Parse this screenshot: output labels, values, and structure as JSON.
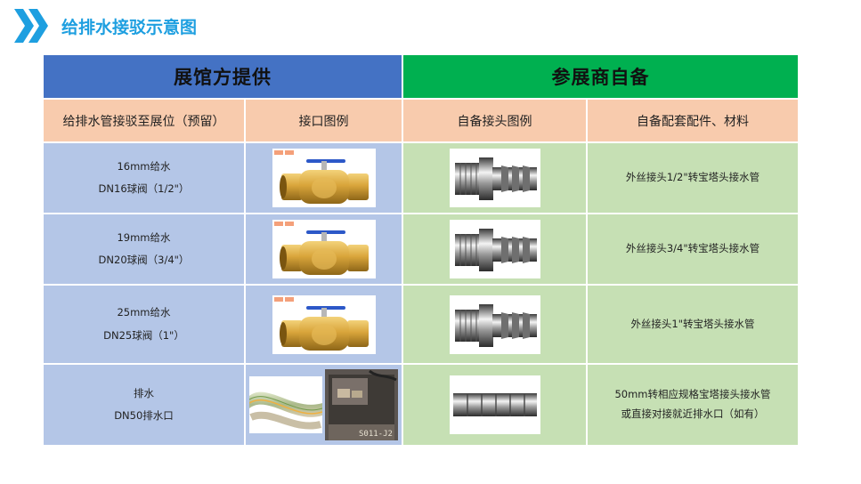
{
  "page": {
    "title": "给排水接驳示意图"
  },
  "colors": {
    "accent": "#1e9fe0",
    "group_provider": "#4472c4",
    "group_exhibitor": "#00b050",
    "column_header": "#f8cbad",
    "provider_cells": "#b4c6e7",
    "exhibitor_cells": "#c6e0b4"
  },
  "table": {
    "groups": {
      "provider": "展馆方提供",
      "exhibitor": "参展商自备"
    },
    "columns": {
      "reserved": "给排水管接驳至展位（预留）",
      "interface_image": "接口图例",
      "connector_image": "自备接头图例",
      "accessories": "自备配套配件、材料"
    },
    "rows": [
      {
        "line1": "16mm给水",
        "line2": "DN16球阀（1/2\"）",
        "interface_icon": "brass-ball-valve",
        "connector_icon": "threaded-hose-barb-fitting",
        "accessory": "外丝接头1/2\"转宝塔头接水管"
      },
      {
        "line1": "19mm给水",
        "line2": "DN20球阀（3/4\"）",
        "interface_icon": "brass-ball-valve",
        "connector_icon": "threaded-hose-barb-fitting",
        "accessory": "外丝接头3/4\"转宝塔头接水管"
      },
      {
        "line1": "25mm给水",
        "line2": "DN25球阀（1\"）",
        "interface_icon": "brass-ball-valve",
        "connector_icon": "threaded-hose-barb-fitting",
        "accessory": "外丝接头1\"转宝塔头接水管"
      },
      {
        "line1": "排水",
        "line2": "DN50排水口",
        "interface_icon": "reinforced-hose-and-floor-drain",
        "drain_label": "S011-J2",
        "connector_icon": "hose-barb-fitting",
        "accessory_line1": "50mm转相应规格宝塔接头接水管",
        "accessory_line2": "或直接对接就近排水口（如有）"
      }
    ]
  }
}
